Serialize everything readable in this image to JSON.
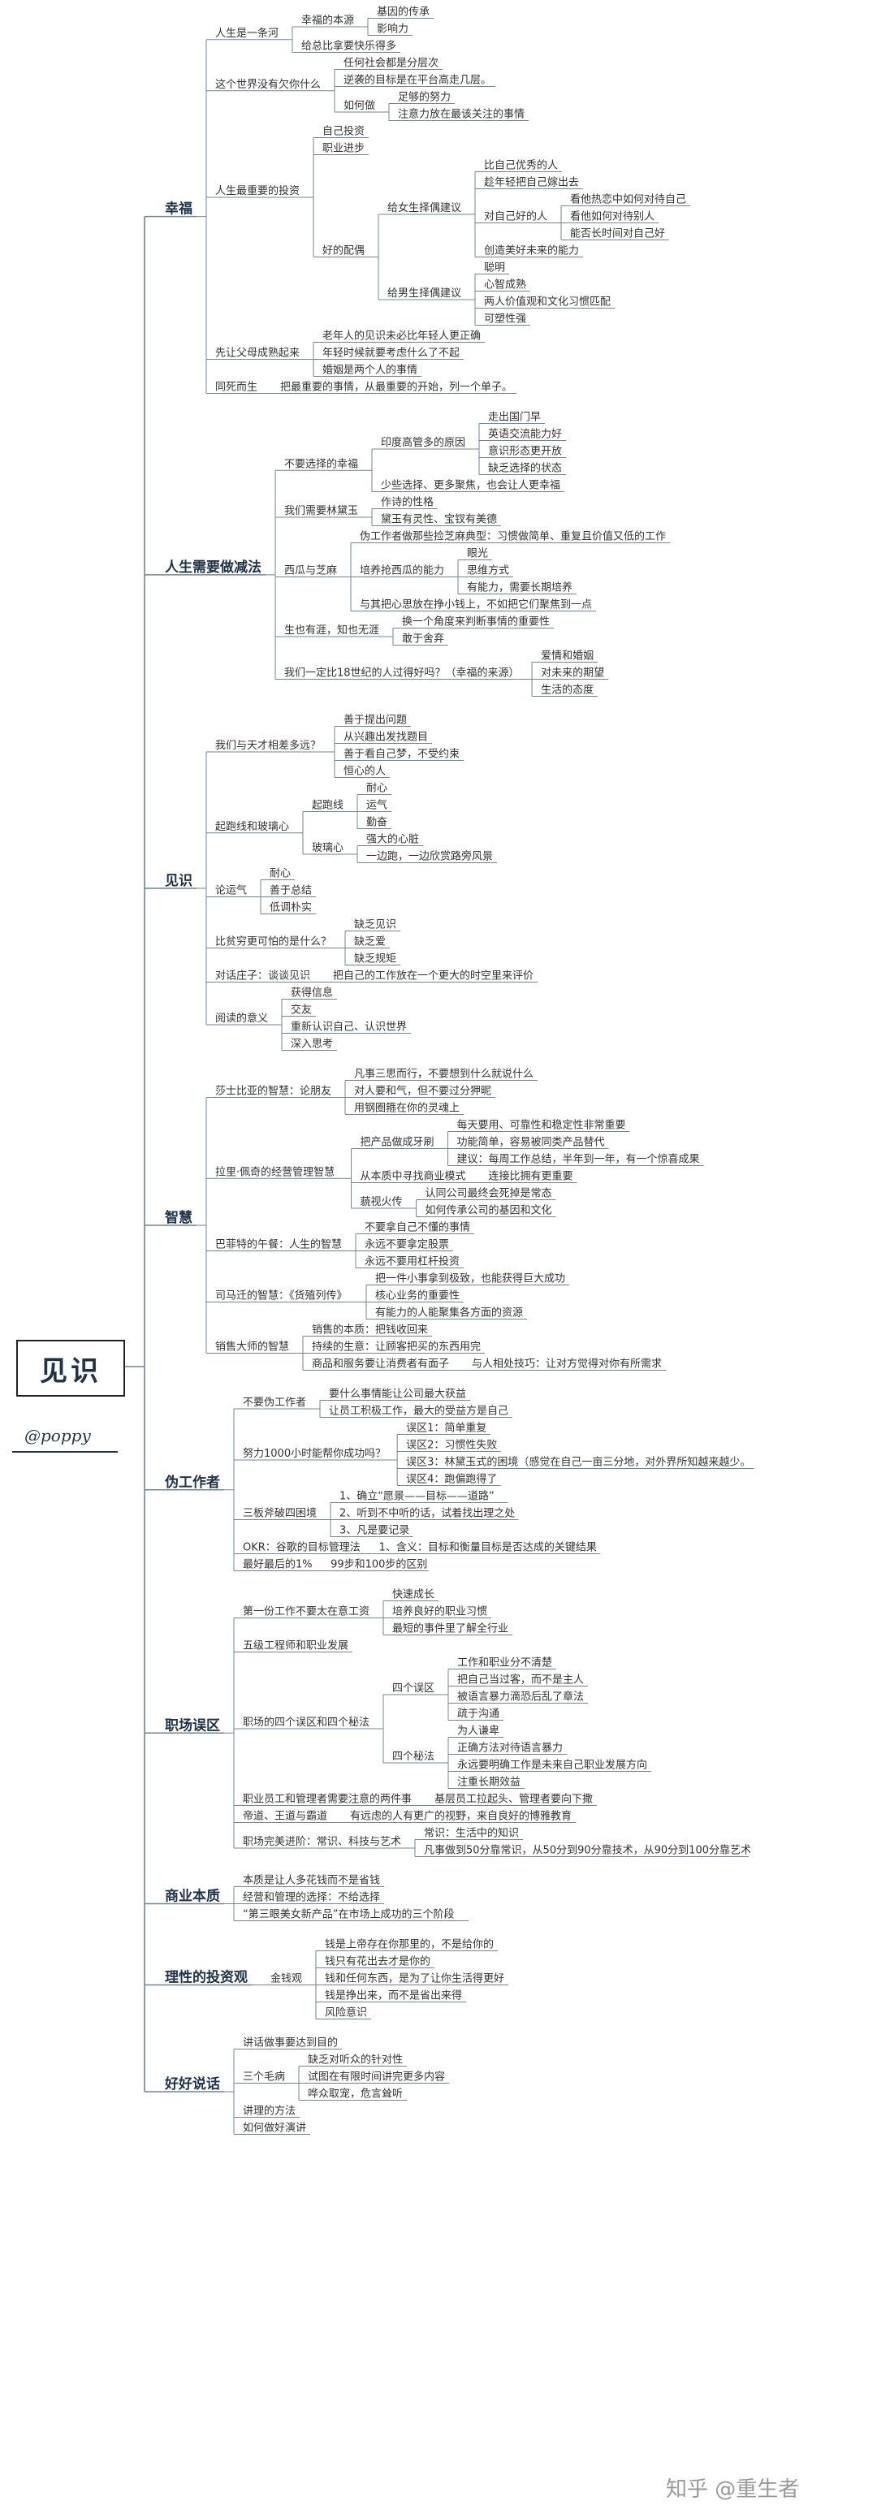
{
  "root": {
    "title": "见识",
    "author": "@poppy"
  },
  "watermark": "知乎 @重生者",
  "categories": [
    {
      "label": "幸福",
      "children": [
        {
          "label": "人生是一条河",
          "children": [
            {
              "label": "幸福的本源",
              "children": [
                {
                  "label": "基因的传承"
                },
                {
                  "label": "影响力"
                }
              ]
            },
            {
              "label": "给总比拿要快乐得多"
            }
          ]
        },
        {
          "label": "这个世界没有欠你什么",
          "children": [
            {
              "label": "任何社会都是分层次"
            },
            {
              "label": "逆袭的目标是在平台高走几层。"
            },
            {
              "label": "如何做",
              "children": [
                {
                  "label": "足够的努力"
                },
                {
                  "label": "注意力放在最该关注的事情"
                }
              ]
            }
          ]
        },
        {
          "label": "人生最重要的投资",
          "children": [
            {
              "label": "自己投资"
            },
            {
              "label": "职业进步"
            },
            {
              "label": "好的配偶",
              "children": [
                {
                  "label": "给女生择偶建议",
                  "children": [
                    {
                      "label": "比自己优秀的人"
                    },
                    {
                      "label": "趁年轻把自己嫁出去"
                    },
                    {
                      "label": "对自己好的人",
                      "children": [
                        {
                          "label": "看他热恋中如何对待自己"
                        },
                        {
                          "label": "看他如何对待别人"
                        },
                        {
                          "label": "能否长时间对自己好"
                        }
                      ]
                    },
                    {
                      "label": "创造美好未来的能力"
                    }
                  ]
                },
                {
                  "label": "给男生择偶建议",
                  "children": [
                    {
                      "label": "聪明"
                    },
                    {
                      "label": "心智成熟"
                    },
                    {
                      "label": "两人价值观和文化习惯匹配"
                    },
                    {
                      "label": "可塑性强"
                    }
                  ]
                }
              ]
            }
          ]
        },
        {
          "label": "先让父母成熟起来",
          "children": [
            {
              "label": "老年人的见识未必比年轻人更正确"
            },
            {
              "label": "年轻时候就要考虑什么了不起"
            },
            {
              "label": "婚姻是两个人的事情"
            }
          ]
        },
        {
          "label": "同死而生",
          "children": [
            {
              "label": "把最重要的事情，从最重要的开始，列一个单子。"
            }
          ]
        }
      ]
    },
    {
      "label": "人生需要做减法",
      "children": [
        {
          "label": "不要选择的幸福",
          "children": [
            {
              "label": "印度高管多的原因",
              "children": [
                {
                  "label": "走出国门早"
                },
                {
                  "label": "英语交流能力好"
                },
                {
                  "label": "意识形态更开放"
                },
                {
                  "label": "缺乏选择的状态"
                }
              ]
            },
            {
              "label": "少些选择、更多聚焦，也会让人更幸福"
            }
          ]
        },
        {
          "label": "我们需要林黛玉",
          "children": [
            {
              "label": "作诗的性格"
            },
            {
              "label": "黛玉有灵性、宝钗有美德"
            }
          ]
        },
        {
          "label": "西瓜与芝麻",
          "children": [
            {
              "label": "伪工作者做那些捡芝麻典型：习惯做简单、重复且价值又低的工作"
            },
            {
              "label": "培养抢西瓜的能力",
              "children": [
                {
                  "label": "眼光"
                },
                {
                  "label": "思维方式"
                },
                {
                  "label": "有能力，需要长期培养"
                }
              ]
            },
            {
              "label": "与其把心思放在挣小钱上，不如把它们聚焦到一点"
            }
          ]
        },
        {
          "label": "生也有涯，知也无涯",
          "children": [
            {
              "label": "换一个角度来判断事情的重要性"
            },
            {
              "label": "敢于舍弃"
            }
          ]
        },
        {
          "label": "我们一定比18世纪的人过得好吗？（幸福的来源）",
          "children": [
            {
              "label": "爱情和婚姻"
            },
            {
              "label": "对未来的期望"
            },
            {
              "label": "生活的态度"
            }
          ]
        }
      ]
    },
    {
      "label": "见识",
      "children": [
        {
          "label": "我们与天才相差多远？",
          "children": [
            {
              "label": "善于提出问题"
            },
            {
              "label": "从兴趣出发找题目"
            },
            {
              "label": "善于看自己梦，不受约束"
            },
            {
              "label": "恒心的人"
            }
          ]
        },
        {
          "label": "起跑线和玻璃心",
          "children": [
            {
              "label": "起跑线",
              "children": [
                {
                  "label": "耐心"
                },
                {
                  "label": "运气"
                },
                {
                  "label": "勤奋"
                }
              ]
            },
            {
              "label": "玻璃心",
              "children": [
                {
                  "label": "强大的心脏"
                },
                {
                  "label": "一边跑，一边欣赏路旁风景"
                }
              ]
            }
          ]
        },
        {
          "label": "论运气",
          "children": [
            {
              "label": "耐心"
            },
            {
              "label": "善于总结"
            },
            {
              "label": "低调朴实"
            }
          ]
        },
        {
          "label": "比贫穷更可怕的是什么？",
          "children": [
            {
              "label": "缺乏见识"
            },
            {
              "label": "缺乏爱"
            },
            {
              "label": "缺乏规矩"
            }
          ]
        },
        {
          "label": "对话庄子：谈谈见识",
          "children": [
            {
              "label": "把自己的工作放在一个更大的时空里来评价"
            }
          ]
        },
        {
          "label": "阅读的意义",
          "children": [
            {
              "label": "获得信息"
            },
            {
              "label": "交友"
            },
            {
              "label": "重新认识自己、认识世界"
            },
            {
              "label": "深入思考"
            }
          ]
        }
      ]
    },
    {
      "label": "智慧",
      "children": [
        {
          "label": "莎士比亚的智慧：论朋友",
          "children": [
            {
              "label": "凡事三思而行，不要想到什么就说什么"
            },
            {
              "label": "对人要和气，但不要过分狎昵"
            },
            {
              "label": "用钢圈箍在你的灵魂上"
            }
          ]
        },
        {
          "label": "拉里·佩奇的经营管理智慧",
          "children": [
            {
              "label": "把产品做成牙刷",
              "children": [
                {
                  "label": "每天要用、可靠性和稳定性非常重要"
                },
                {
                  "label": "功能简单，容易被同类产品替代"
                },
                {
                  "label": "建议：每周工作总结，半年到一年，有一个惊喜成果"
                }
              ]
            },
            {
              "label": "从本质中寻找商业模式",
              "children": [
                {
                  "label": "连接比拥有更重要"
                }
              ]
            },
            {
              "label": "藐视火传",
              "children": [
                {
                  "label": "认同公司最终会死掉是常态"
                },
                {
                  "label": "如何传承公司的基因和文化"
                }
              ]
            }
          ]
        },
        {
          "label": "巴菲特的午餐：人生的智慧",
          "children": [
            {
              "label": "不要拿自己不懂的事情"
            },
            {
              "label": "永远不要拿定股票"
            },
            {
              "label": "永远不要用杠杆投资"
            }
          ]
        },
        {
          "label": "司马迁的智慧：《货殖列传》",
          "children": [
            {
              "label": "把一件小事拿到极致，也能获得巨大成功"
            },
            {
              "label": "核心业务的重要性"
            },
            {
              "label": "有能力的人能聚集各方面的资源"
            }
          ]
        },
        {
          "label": "销售大师的智慧",
          "children": [
            {
              "label": "销售的本质：把钱收回来"
            },
            {
              "label": "持续的生意：让顾客把买的东西用完"
            },
            {
              "label": "商品和服务要让消费者有面子",
              "children": [
                {
                  "label": "与人相处技巧：让对方觉得对你有所需求"
                }
              ]
            }
          ]
        }
      ]
    },
    {
      "label": "伪工作者",
      "children": [
        {
          "label": "不要伪工作者",
          "children": [
            {
              "label": "要什么事情能让公司最大获益"
            },
            {
              "label": "让员工积极工作，最大的受益方是自己"
            }
          ]
        },
        {
          "label": "努力1000小时能帮你成功吗？",
          "children": [
            {
              "label": "误区1：简单重复"
            },
            {
              "label": "误区2：习惯性失败"
            },
            {
              "label": "误区3：林黛玉式的困境（感觉在自己一亩三分地，对外界所知越来越少。"
            },
            {
              "label": "误区4：跑偏跑得了"
            }
          ]
        },
        {
          "label": "三板斧破四困境",
          "children": [
            {
              "label": "1、确立“愿景——目标——道路”"
            },
            {
              "label": "2、听到不中听的话，试着找出理之处"
            },
            {
              "label": "3、凡是要记录"
            }
          ]
        },
        {
          "label": "OKR：谷歌的目标管理法",
          "children": [
            {
              "label": "1、含义：目标和衡量目标是否达成的关键结果"
            }
          ]
        },
        {
          "label": "最好最后的1%",
          "children": [
            {
              "label": "99步和100步的区别"
            }
          ]
        }
      ]
    },
    {
      "label": "职场误区",
      "children": [
        {
          "label": "第一份工作不要太在意工资",
          "children": [
            {
              "label": "快速成长"
            },
            {
              "label": "培养良好的职业习惯"
            },
            {
              "label": "最短的事件里了解全行业"
            }
          ]
        },
        {
          "label": "五级工程师和职业发展"
        },
        {
          "label": "职场的四个误区和四个秘法",
          "children": [
            {
              "label": "四个误区",
              "children": [
                {
                  "label": "工作和职业分不清楚"
                },
                {
                  "label": "把自己当过客，而不是主人"
                },
                {
                  "label": "被语言暴力滴恐后乱了章法"
                },
                {
                  "label": "疏于沟通"
                }
              ]
            },
            {
              "label": "四个秘法",
              "children": [
                {
                  "label": "为人谦卑"
                },
                {
                  "label": "正确方法对待语言暴力"
                },
                {
                  "label": "永远要明确工作是未来自己职业发展方向"
                },
                {
                  "label": "注重长期效益"
                }
              ]
            }
          ]
        },
        {
          "label": "职业员工和管理者需要注意的两件事",
          "children": [
            {
              "label": "基层员工拉起头、管理者要向下撒"
            }
          ]
        },
        {
          "label": "帝道、王道与霸道",
          "children": [
            {
              "label": "有远虑的人有更广的视野，来自良好的博雅教育"
            }
          ]
        },
        {
          "label": "职场完美进阶：常识、科技与艺术",
          "children": [
            {
              "label": "常识：生活中的知识"
            },
            {
              "label": "凡事做到50分靠常识，从50分到90分靠技术，从90分到100分靠艺术"
            }
          ]
        }
      ]
    },
    {
      "label": "商业本质",
      "children": [
        {
          "label": "本质是让人多花钱而不是省钱"
        },
        {
          "label": "经营和管理的选择：不给选择"
        },
        {
          "label": "“第三眼美女新产品”在市场上成功的三个阶段"
        }
      ]
    },
    {
      "label": "理性的投资观",
      "children": [
        {
          "label": "金钱观",
          "children": [
            {
              "label": "钱是上帝存在你那里的，不是给你的"
            },
            {
              "label": "钱只有花出去才是你的"
            },
            {
              "label": "钱和任何东西，是为了让你生活得更好"
            },
            {
              "label": "钱是挣出来，而不是省出来得"
            },
            {
              "label": "风险意识"
            }
          ]
        }
      ]
    },
    {
      "label": "好好说话",
      "children": [
        {
          "label": "讲话做事要达到目的"
        },
        {
          "label": "三个毛病",
          "children": [
            {
              "label": "缺乏对听众的针对性"
            },
            {
              "label": "试图在有限时间讲完更多内容"
            },
            {
              "label": "哗众取宠，危言耸听"
            }
          ]
        },
        {
          "label": "讲理的方法"
        },
        {
          "label": "如何做好演讲"
        }
      ]
    }
  ]
}
